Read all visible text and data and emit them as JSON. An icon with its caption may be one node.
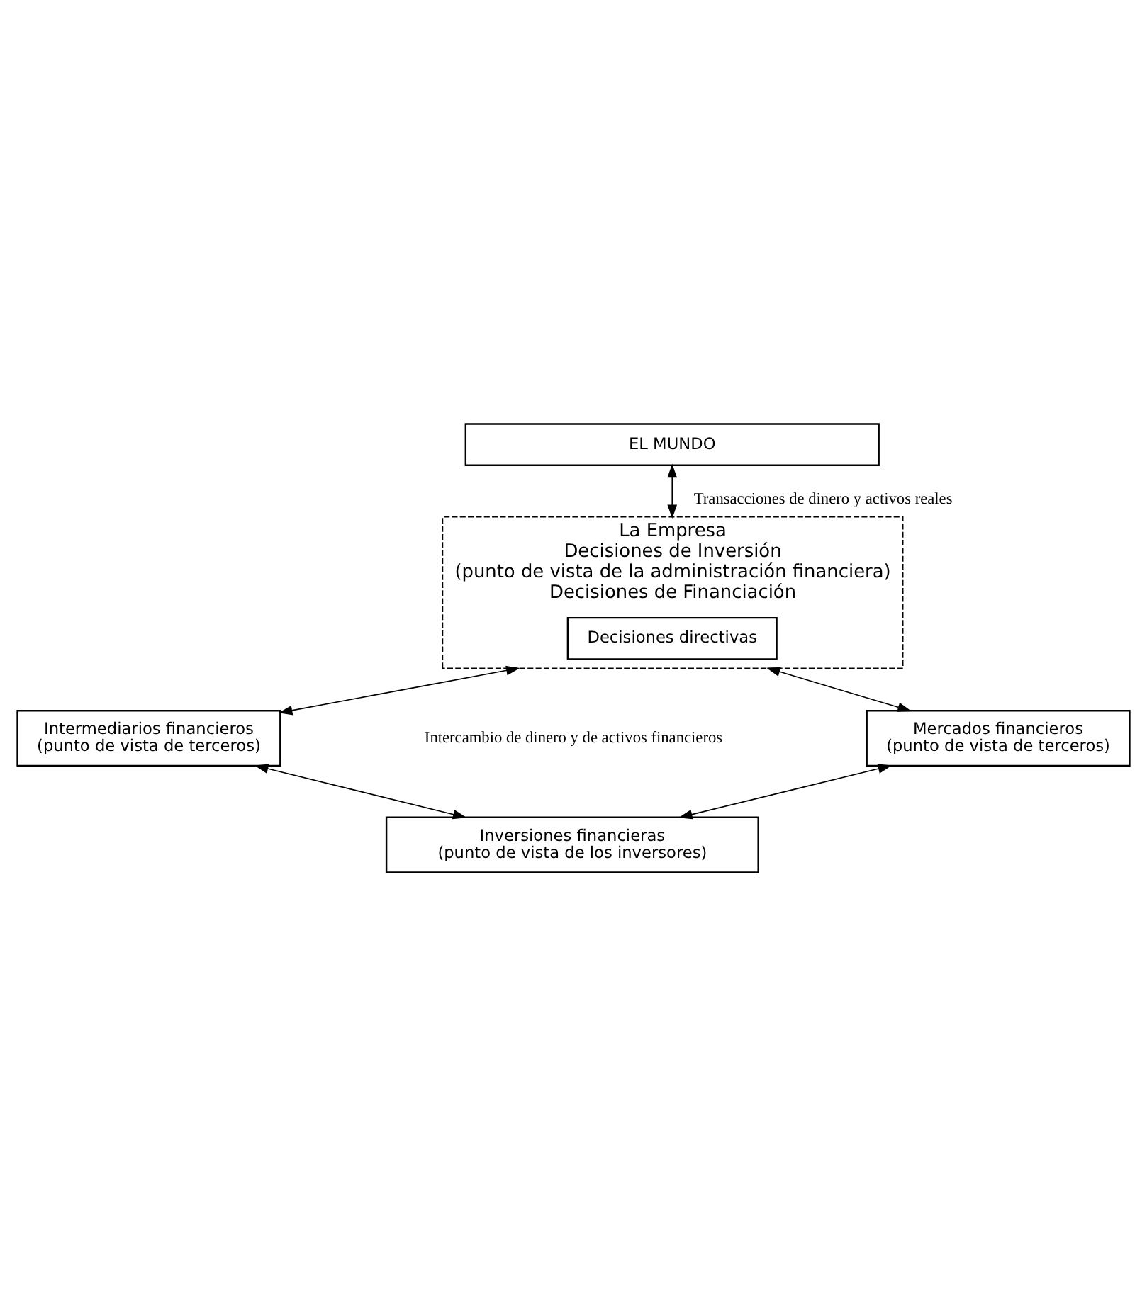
{
  "diagram": {
    "nodes": [
      {
        "text": [
          "EL MUNDO"
        ]
      },
      {
        "text": [
          "La Empresa",
          "Decisiones de Inversión",
          "(punto de vista de la administración financiera)",
          "Decisiones de Financiación"
        ]
      },
      {
        "text": [
          "Decisiones directivas"
        ],
        "in": 1
      },
      {
        "text": [
          "Intermediarios financieros",
          "(punto de vista de terceros)"
        ]
      },
      {
        "text": [
          "Mercados financieros",
          "(punto de vista de terceros)"
        ]
      },
      {
        "text": [
          "Inversiones financieras",
          "(punto de vista de los inversores)"
        ]
      }
    ],
    "edges": [
      {
        "from": 0,
        "to": 1,
        "arrow": "both",
        "label": "Transacciones de dinero y activos reales"
      },
      {
        "from": 1,
        "to": 3,
        "arrow": "both"
      },
      {
        "from": 1,
        "to": 4,
        "arrow": "both"
      },
      {
        "from": 3,
        "to": 5,
        "arrow": "both"
      },
      {
        "from": 4,
        "to": 5,
        "arrow": "both"
      }
    ],
    "labels": [
      "Intercambio de dinero y de activos financieros"
    ]
  }
}
